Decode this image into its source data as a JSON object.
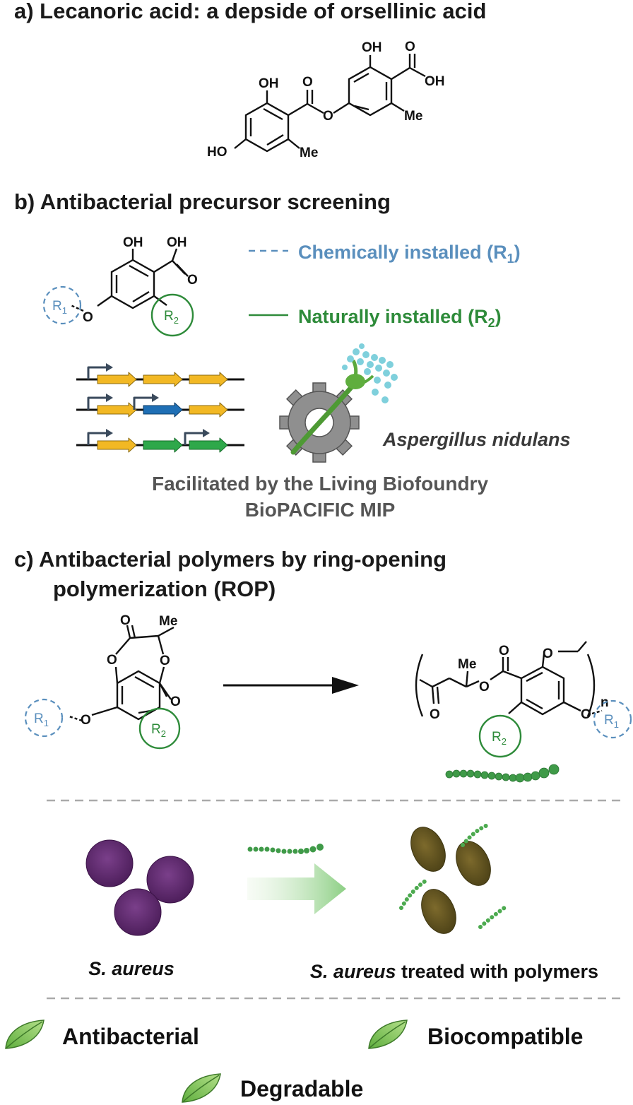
{
  "section_a": {
    "heading": "a)  Lecanoric acid: a depside of orsellinic acid",
    "atoms": {
      "oh": "OH",
      "o": "O",
      "ho": "HO",
      "me": "Me"
    }
  },
  "section_b": {
    "heading": "b)  Antibacterial precursor screening",
    "legend_chem": "Chemically installed (R",
    "legend_nat": "Naturally installed (R",
    "r1": "R",
    "r1_sub": "1",
    "r2": "R",
    "r2_sub": "2",
    "paren_close": ")",
    "organism": "Aspergillus nidulans",
    "facilitated_line1": "Facilitated by the Living Biofoundry",
    "facilitated_line2": "BioPACIFIC MIP",
    "legend_colors": {
      "chemical": "#5a8fbd",
      "natural": "#2e8b3a"
    },
    "gene_colors": {
      "yellow": "#f2b824",
      "blue": "#1f6fb5",
      "green": "#2ea84a"
    }
  },
  "section_c": {
    "heading_line1": "c)  Antibacterial polymers by ring-opening",
    "heading_line2": "polymerization (ROP)",
    "n_label": "n",
    "untreated_label": "S. aureus",
    "treated_label_italic": "S. aureus",
    "treated_label_rest": " treated with polymers"
  },
  "properties": {
    "antibacterial": "Antibacterial",
    "biocompatible": "Biocompatible",
    "degradable": "Degradable"
  }
}
